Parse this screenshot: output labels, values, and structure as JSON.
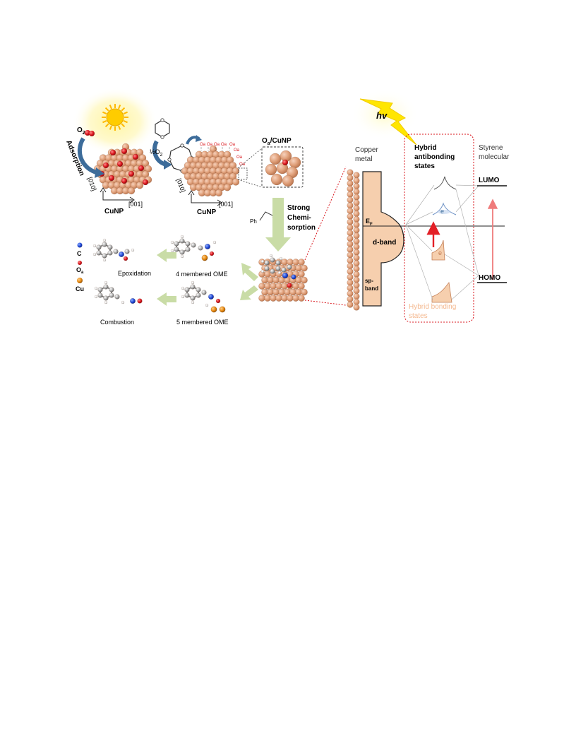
{
  "labels": {
    "o2_left": "O",
    "o2_left_sub": "2",
    "adsorption": "Adsorption",
    "half_o2": "½O",
    "half_o2_sub": "2",
    "axis_010_left": "[010]",
    "axis_001_left": "[001]",
    "cunp_left": "CuNP",
    "axis_010_mid": "[010]",
    "axis_001_mid": "[001]",
    "cunp_mid": "CuNP",
    "oa_cunp": "O",
    "oa_cunp_sub": "a",
    "oa_cunp_rest": "/CuNP",
    "oa_chain": "O",
    "oa_chain_sub": "a",
    "ph": "Ph",
    "strong_1": "Strong",
    "strong_2": "Chemi-",
    "strong_3": "sorption",
    "legend_c": "C",
    "legend_oa": "O",
    "legend_oa_sub": "a",
    "legend_cu": "Cu",
    "epoxidation": "Epoxidation",
    "ome4": "4 membered OME",
    "combustion": "Combustion",
    "ome5": "5 membered OME",
    "hv": "hv",
    "copper_1": "Copper",
    "copper_2": "metal",
    "hybrid_anti_1": "Hybrid",
    "hybrid_anti_2": "antibonding",
    "hybrid_anti_3": "states",
    "styrene_1": "Styrene",
    "styrene_2": "molecular",
    "lumo": "LUMO",
    "homo": "HOMO",
    "ef": "E",
    "ef_sub": "F",
    "dband": "d-band",
    "spband_1": "sp-",
    "spband_2": "band",
    "electron_top": "e",
    "electron_bottom": "e",
    "hybrid_bond_1": "Hybrid bonding",
    "hybrid_bond_2": "states"
  },
  "colors": {
    "copper": "#e0a07a",
    "copper_dark": "#b8734d",
    "oxygen": "#d9141b",
    "arrow_blue": "#3d6c9a",
    "arrow_green": "#c9dca6",
    "band_fill": "#f6cfae",
    "red_arrow": "#e31f26",
    "pink_arrow": "#ef7b7b",
    "dotted_red": "#d9141b",
    "sun": "#ffcc00",
    "bolt": "#ffe600"
  }
}
